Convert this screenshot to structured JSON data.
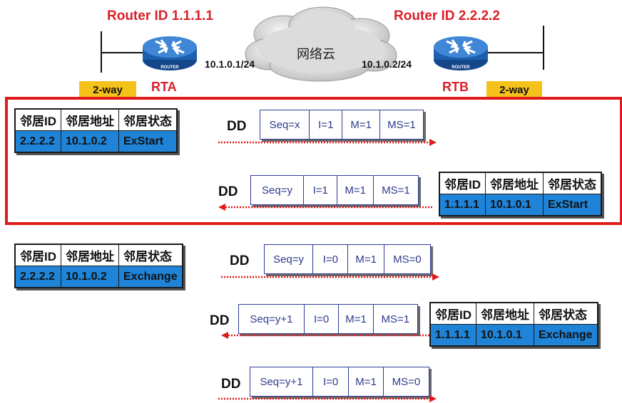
{
  "topology": {
    "rta": {
      "router_id": "Router ID 1.1.1.1",
      "name": "RTA",
      "ip": "10.1.0.1/24",
      "state_badge": "2-way",
      "icon_label": "ROUTER"
    },
    "rtb": {
      "router_id": "Router ID 2.2.2.2",
      "name": "RTB",
      "ip": "10.1.0.2/24",
      "state_badge": "2-way",
      "icon_label": "ROUTER"
    },
    "cloud_label": "网络云"
  },
  "table_headers": [
    "邻居ID",
    "邻居地址",
    "邻居状态"
  ],
  "tables": {
    "rta_exstart": {
      "id": "2.2.2.2",
      "addr": "10.1.0.2",
      "state": "ExStart"
    },
    "rtb_exstart": {
      "id": "1.1.1.1",
      "addr": "10.1.0.1",
      "state": "ExStart"
    },
    "rta_exchange": {
      "id": "2.2.2.2",
      "addr": "10.1.0.2",
      "state": "Exchange"
    },
    "rtb_exchange": {
      "id": "1.1.1.1",
      "addr": "10.1.0.1",
      "state": "Exchange"
    }
  },
  "packets": [
    {
      "label": "DD",
      "seq": "Seq=x",
      "i": "I=1",
      "m": "M=1",
      "ms": "MS=1",
      "direction": "right"
    },
    {
      "label": "DD",
      "seq": "Seq=y",
      "i": "I=1",
      "m": "M=1",
      "ms": "MS=1",
      "direction": "left"
    },
    {
      "label": "DD",
      "seq": "Seq=y",
      "i": "I=0",
      "m": "M=1",
      "ms": "MS=0",
      "direction": "right"
    },
    {
      "label": "DD",
      "seq": "Seq=y+1",
      "i": "I=0",
      "m": "M=1",
      "ms": "MS=1",
      "direction": "left"
    },
    {
      "label": "DD",
      "seq": "Seq=y+1",
      "i": "I=0",
      "m": "M=1",
      "ms": "MS=0",
      "direction": "right"
    }
  ],
  "colors": {
    "red": "#e01b1b",
    "table_blue": "#1f84d8",
    "badge_yellow": "#f5c21b",
    "packet_border": "#2f3a9a",
    "router_blue": "#1b5fae"
  }
}
